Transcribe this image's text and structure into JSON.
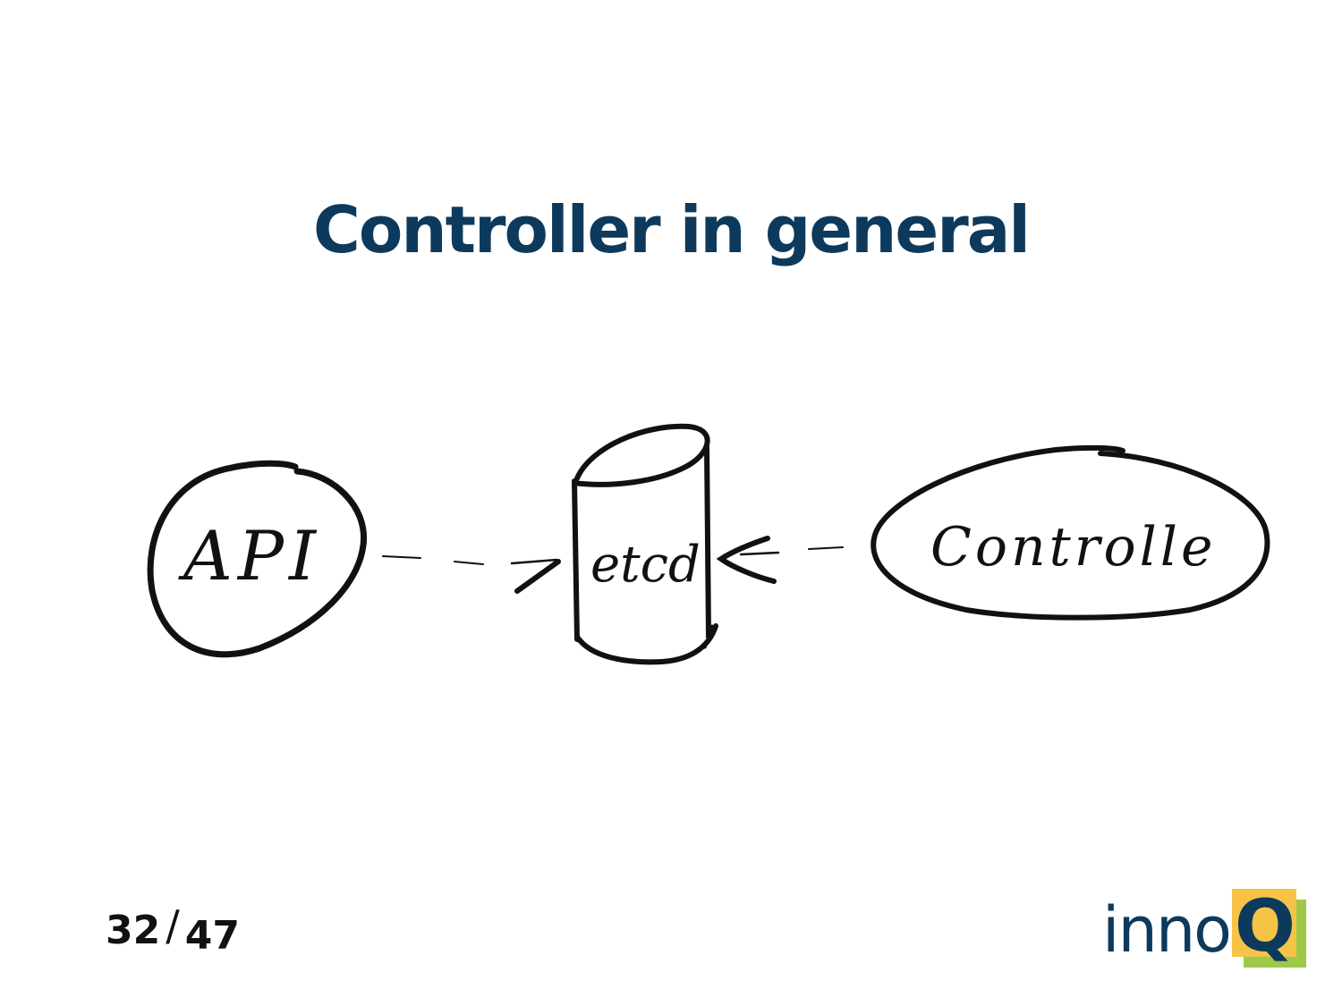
{
  "slide": {
    "title": "Controller in general"
  },
  "diagram": {
    "api_label": "API",
    "store_label": "etcd",
    "controller_label": "Controlle",
    "ink_color": "#111111"
  },
  "footer": {
    "current_page": "32",
    "separator": "/",
    "total_pages": "47"
  },
  "logo": {
    "brand_text": "inno",
    "brand_letter": "Q",
    "colors": {
      "text": "#0d3a5c",
      "yellow": "#f7c347",
      "green": "#9ec84a"
    }
  }
}
